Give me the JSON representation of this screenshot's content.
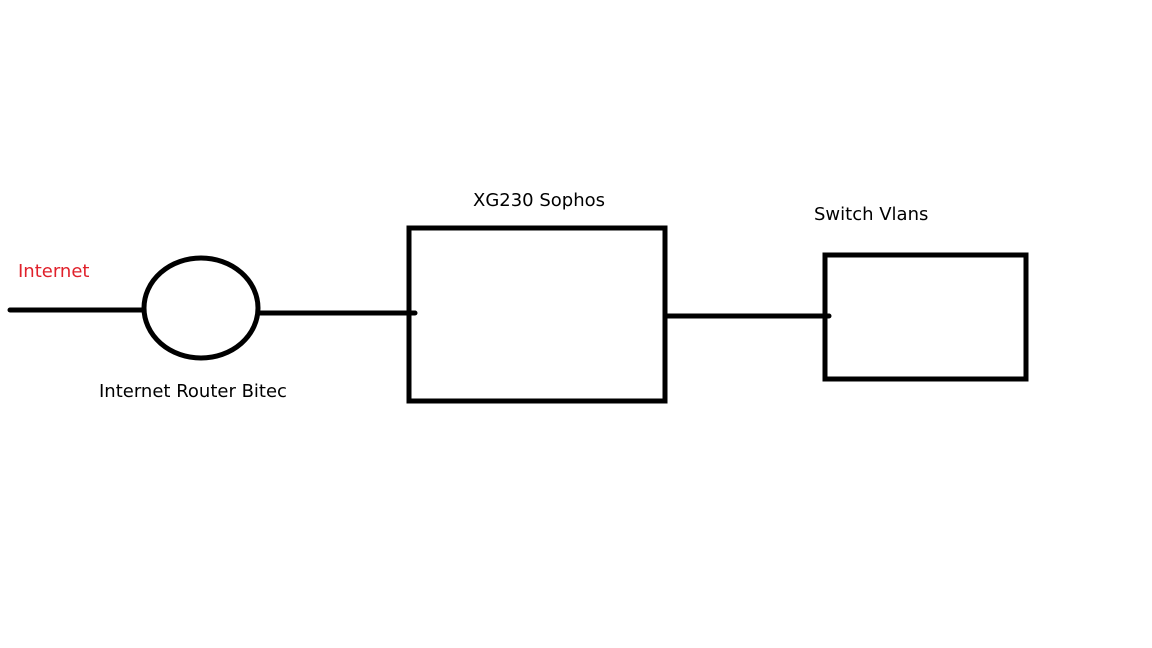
{
  "diagram": {
    "nodes": {
      "internet": {
        "label": "Internet",
        "color": "#e0212b"
      },
      "router": {
        "label": "Internet Router Bitec",
        "shape": "ellipse"
      },
      "firewall": {
        "label": "XG230 Sophos",
        "shape": "rectangle"
      },
      "switch": {
        "label": "Switch Vlans",
        "shape": "rectangle"
      }
    },
    "edges": [
      {
        "from": "internet",
        "to": "router"
      },
      {
        "from": "router",
        "to": "firewall"
      },
      {
        "from": "firewall",
        "to": "switch"
      }
    ],
    "stroke_color": "#000000"
  }
}
